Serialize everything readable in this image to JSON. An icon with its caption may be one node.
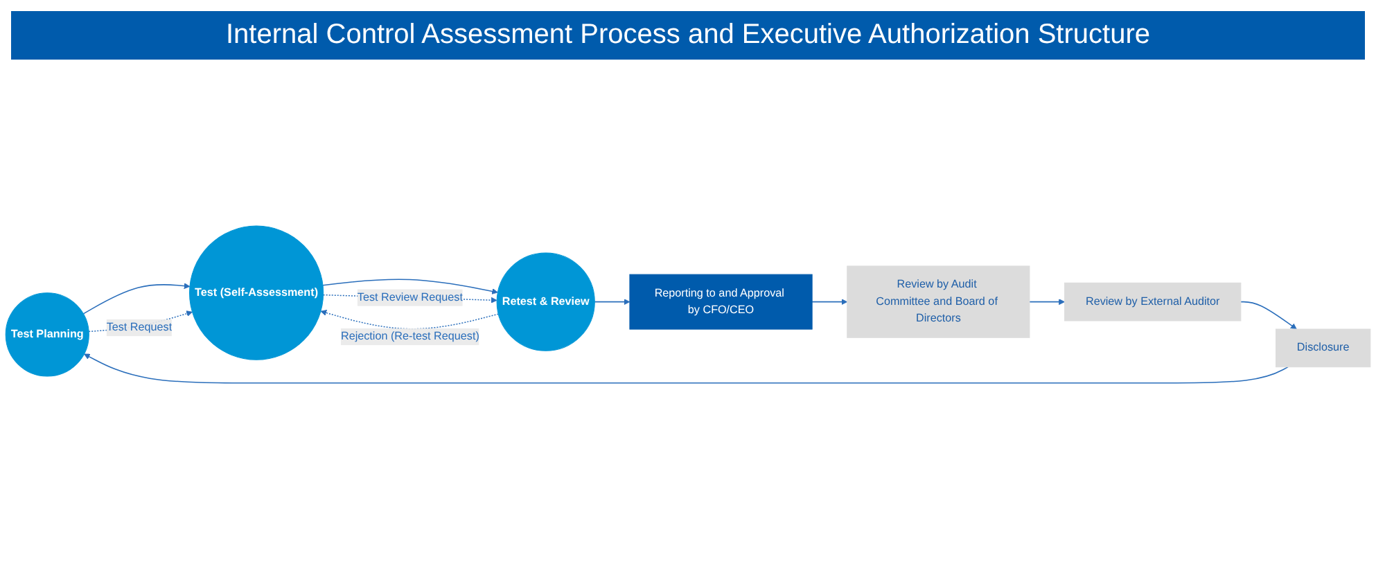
{
  "diagram": {
    "title": "Internal Control Assessment Process and Executive Authorization Structure",
    "nodes": [
      {
        "text": [
          "Test Planning"
        ]
      },
      {
        "text": [
          "Test (Self-Assessment)"
        ]
      },
      {
        "text": [
          "Retest & Review"
        ]
      },
      {
        "text": [
          "Reporting to and Approval by CFO/CEO"
        ]
      },
      {
        "text": [
          "Review by Audit Committee and Board of Directors"
        ]
      },
      {
        "text": [
          "Review by External Auditor"
        ]
      },
      {
        "text": [
          "Disclosure"
        ]
      }
    ],
    "edges": [
      {
        "from": 0,
        "to": 1,
        "arrow": "to"
      },
      {
        "from": 1,
        "to": 2,
        "arrow": "to"
      },
      {
        "from": 0,
        "to": 1,
        "arrow": "to",
        "label": "Test Request",
        "style": "dashed"
      },
      {
        "from": 1,
        "to": 2,
        "arrow": "to",
        "label": "Test Review Request",
        "style": "dashed"
      },
      {
        "from": 2,
        "to": 1,
        "arrow": "to",
        "label": "Rejection (Re-test Request)",
        "style": "dashed"
      },
      {
        "from": 2,
        "to": 3,
        "arrow": "to"
      },
      {
        "from": 3,
        "to": 4,
        "arrow": "to"
      },
      {
        "from": 4,
        "to": 5,
        "arrow": "to"
      },
      {
        "from": 5,
        "to": 6,
        "arrow": "to"
      },
      {
        "from": 6,
        "to": 0,
        "arrow": "to"
      }
    ]
  }
}
